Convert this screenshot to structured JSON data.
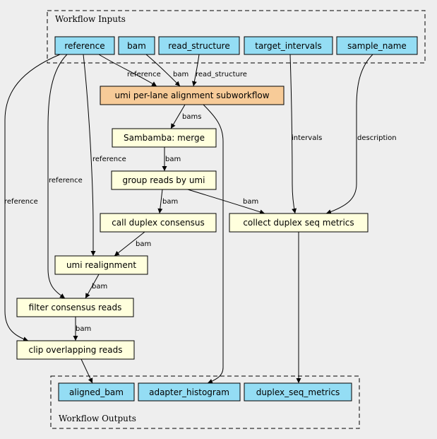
{
  "clusters": {
    "inputs_label": "Workflow Inputs",
    "outputs_label": "Workflow Outputs"
  },
  "colors": {
    "background": "#eeeeee",
    "io_node": "#94ddf4",
    "subworkflow_node": "#f7cb98",
    "task_node": "#ffffdd"
  },
  "nodes": {
    "reference": "reference",
    "bam": "bam",
    "read_structure": "read_structure",
    "target_intervals": "target_intervals",
    "sample_name": "sample_name",
    "umi_subworkflow": "umi per-lane alignment subworkflow",
    "sambamba_merge": "Sambamba: merge",
    "group_reads": "group reads by umi",
    "call_duplex": "call duplex consensus",
    "collect_metrics": "collect duplex seq metrics",
    "umi_realignment": "umi realignment",
    "filter_reads": "filter consensus reads",
    "clip_reads": "clip overlapping reads",
    "aligned_bam": "aligned_bam",
    "adapter_histogram": "adapter_histogram",
    "duplex_seq_metrics": "duplex_seq_metrics"
  },
  "edge_labels": {
    "reference": "reference",
    "bam": "bam",
    "read_structure": "read_structure",
    "bams": "bams",
    "intervals": "intervals",
    "description": "description"
  }
}
